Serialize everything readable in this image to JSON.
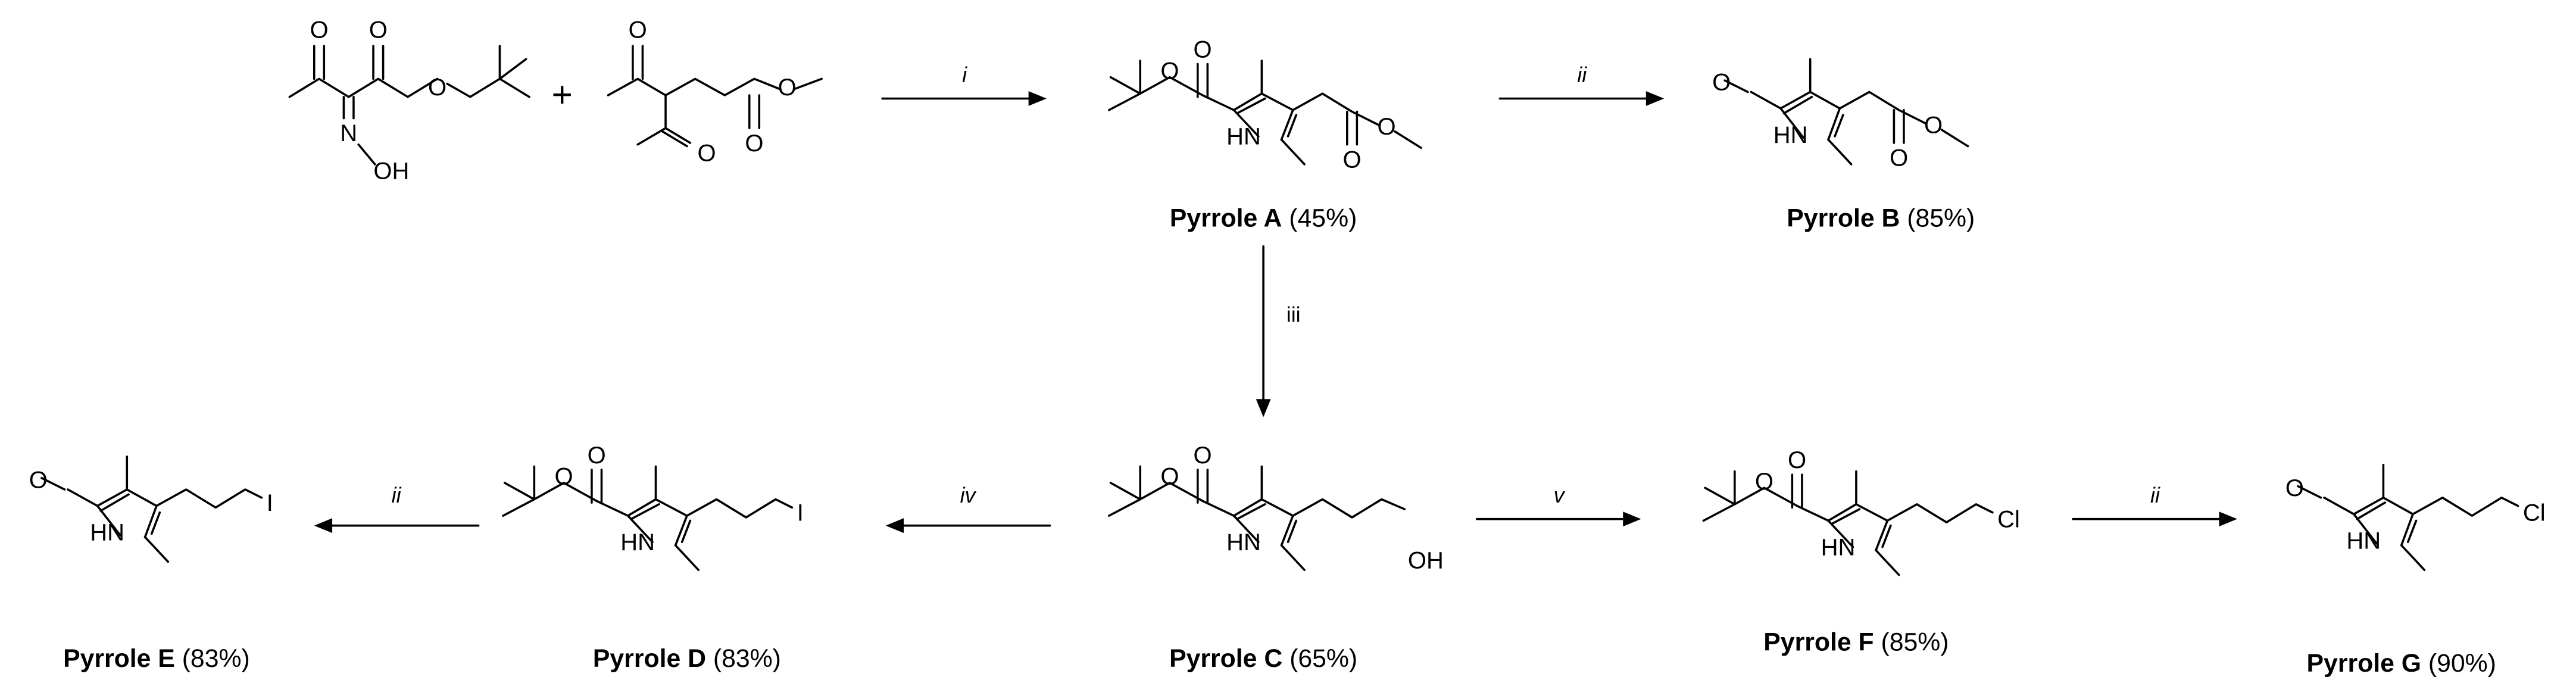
{
  "atoms": {
    "O": "O",
    "N": "N",
    "OH": "OH",
    "HN": "HN",
    "I": "I",
    "Cl": "Cl",
    "plus": "+"
  },
  "conditions": {
    "i": "i",
    "ii": "ii",
    "iii": "iii",
    "iv": "iv",
    "v": "v"
  },
  "compounds": {
    "A": {
      "name": "Pyrrole A",
      "yield": "(45%)"
    },
    "B": {
      "name": "Pyrrole B",
      "yield": "(85%)"
    },
    "C": {
      "name": "Pyrrole C",
      "yield": "(65%)"
    },
    "D": {
      "name": "Pyrrole D",
      "yield": "(83%)"
    },
    "E": {
      "name": "Pyrrole E",
      "yield": "(83%)"
    },
    "F": {
      "name": "Pyrrole F",
      "yield": "(85%)"
    },
    "G": {
      "name": "Pyrrole G",
      "yield": "(90%)"
    }
  }
}
